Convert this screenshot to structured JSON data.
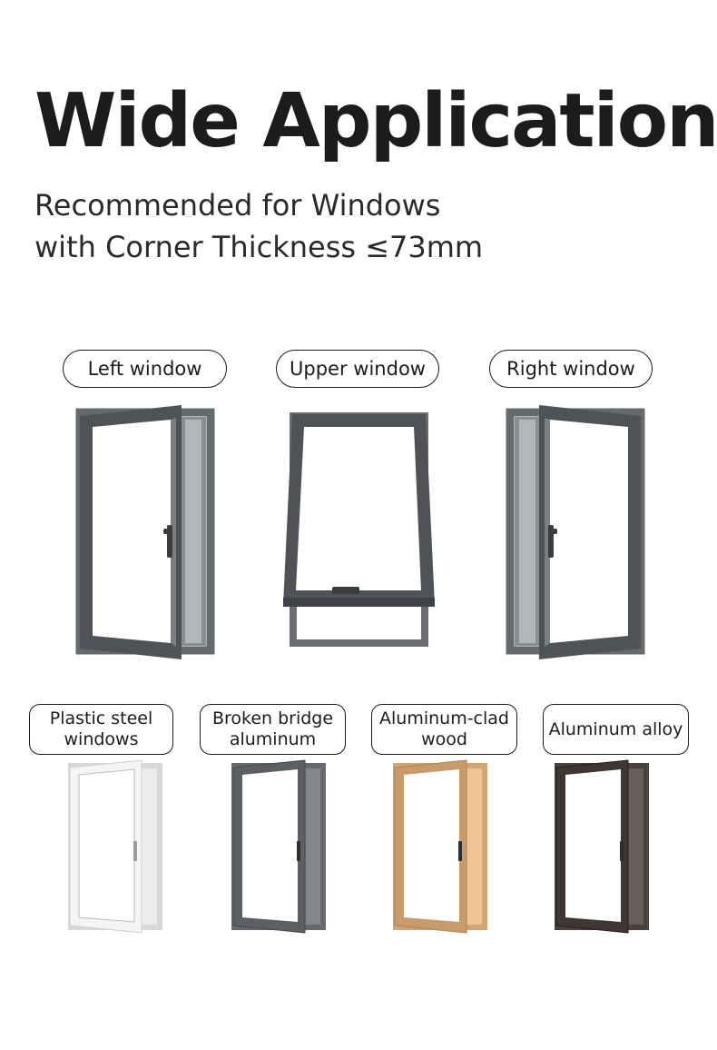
{
  "header": {
    "title": "Wide Application",
    "subtitle_line1": "Recommended for Windows",
    "subtitle_line2": "with Corner Thickness ≤73mm"
  },
  "opening_types": [
    {
      "label": "Left window"
    },
    {
      "label": "Upper window"
    },
    {
      "label": "Right window"
    }
  ],
  "materials": [
    {
      "line1": "Plastic steel",
      "line2": "windows",
      "color": "#f4f4f4"
    },
    {
      "line1": "Broken bridge",
      "line2": "aluminum",
      "color": "#5c5f63"
    },
    {
      "line1": "Aluminum-clad",
      "line2": "wood",
      "color": "#c99a6a"
    },
    {
      "line1": "Aluminum alloy",
      "line2": "",
      "color": "#3f3733"
    }
  ],
  "colors": {
    "frame_gray": "#5a5d61",
    "text": "#1c1c1c"
  }
}
